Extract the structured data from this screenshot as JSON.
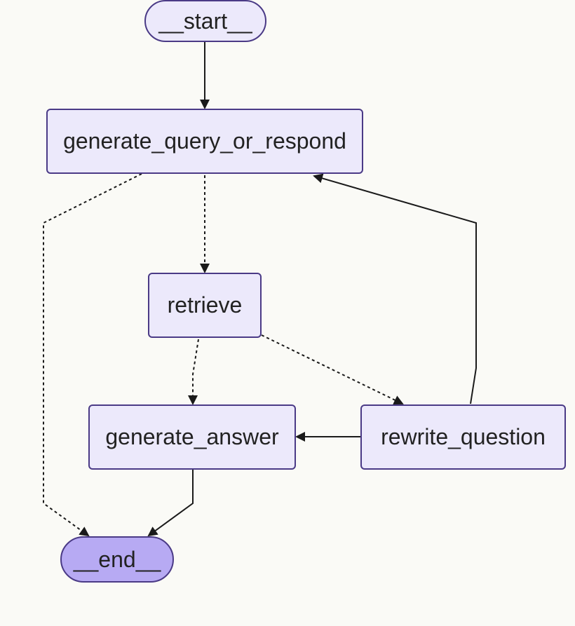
{
  "colors": {
    "node_fill": "#ece9fb",
    "node_border": "#4a3a86",
    "end_fill": "#b7aaf3",
    "edge": "#1a1a1a",
    "background": "#fafaf6"
  },
  "nodes": {
    "start": "__start__",
    "generate_query_or_respond": "generate_query_or_respond",
    "retrieve": "retrieve",
    "generate_answer": "generate_answer",
    "rewrite_question": "rewrite_question",
    "end": "__end__"
  },
  "edges": [
    {
      "from": "__start__",
      "to": "generate_query_or_respond",
      "conditional": false
    },
    {
      "from": "generate_query_or_respond",
      "to": "retrieve",
      "conditional": true
    },
    {
      "from": "generate_query_or_respond",
      "to": "__end__",
      "conditional": true
    },
    {
      "from": "retrieve",
      "to": "generate_answer",
      "conditional": true
    },
    {
      "from": "retrieve",
      "to": "rewrite_question",
      "conditional": true
    },
    {
      "from": "rewrite_question",
      "to": "generate_answer",
      "conditional": false
    },
    {
      "from": "rewrite_question",
      "to": "generate_query_or_respond",
      "conditional": false
    },
    {
      "from": "generate_answer",
      "to": "__end__",
      "conditional": false
    }
  ]
}
